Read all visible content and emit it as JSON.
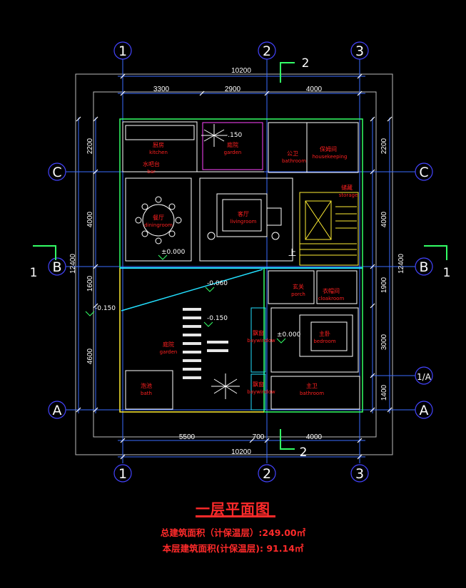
{
  "axes": {
    "one": "1",
    "two": "2",
    "three": "3",
    "a": "A",
    "b": "B",
    "c": "C",
    "one_a": "1/A"
  },
  "section_marks": {
    "top": "2",
    "bottom": "2",
    "left": "1",
    "right": "1"
  },
  "dimensions": {
    "top_total": "10200",
    "bottom_total": "10200",
    "top_segments": [
      "3300",
      "2900",
      "4000"
    ],
    "bottom_segments": [
      "5500",
      "700",
      "4000"
    ],
    "left_total": "12400",
    "right_total": "12400",
    "left_segments": [
      "2200",
      "4000",
      "1600",
      "4600"
    ],
    "right_segments": [
      "2200",
      "4000",
      "1900",
      "3000",
      "1400"
    ]
  },
  "rooms": [
    {
      "cn": "厨房",
      "en": "kitchen"
    },
    {
      "cn": "庭院",
      "en": "garden"
    },
    {
      "cn": "公卫",
      "en": "bathroom"
    },
    {
      "cn": "保姆间",
      "en": "housekeeping"
    },
    {
      "cn": "储藏",
      "en": "storage"
    },
    {
      "cn": "水吧台",
      "en": "bar"
    },
    {
      "cn": "餐厅",
      "en": "diningroom"
    },
    {
      "cn": "客厅",
      "en": "livingroom"
    },
    {
      "cn": "玄关",
      "en": "porch"
    },
    {
      "cn": "衣帽间",
      "en": "cloakroom"
    },
    {
      "cn": "庭院",
      "en": "garden"
    },
    {
      "cn": "主卧",
      "en": "bedroom"
    },
    {
      "cn": "飘窗",
      "en": "baywindow"
    },
    {
      "cn": "泡池",
      "en": "bath"
    },
    {
      "cn": "飘窗",
      "en": "baywindow"
    },
    {
      "cn": "主卫",
      "en": "bathroom"
    }
  ],
  "levels": {
    "garden_top": "-.150",
    "dining": "±0.000",
    "porch": "-0.060",
    "left": "-0.150",
    "garden": "-0.150",
    "bedroom": "±0.000"
  },
  "stair_label": "上",
  "title": "一层平面图",
  "area_total": "总建筑面积（计保温层）:249.00㎡",
  "area_floor": "本层建筑面积(计保温层): 91.14㎡",
  "colors": {
    "wall": "#ffffff",
    "dim": "#3a6cff",
    "axis_circle": "#3a3aff",
    "room_text": "#ff2020",
    "green": "#33ff66",
    "cyan": "#22e0ff",
    "yellow": "#ffee33",
    "magenta": "#ff44ff",
    "title": "#ff2a2a"
  }
}
